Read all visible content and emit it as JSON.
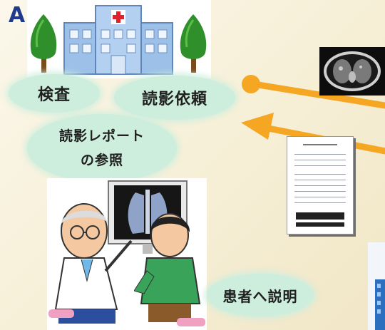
{
  "panel_label": "A",
  "bubbles": {
    "exam": "検査",
    "request": "読影依頼",
    "report_line1": "読影レポート",
    "report_line2": "の参照",
    "explain": "患者へ説明"
  },
  "colors": {
    "bubble": "#cdeedd",
    "arrow": "#f5a623",
    "panel_letter": "#1f3a8a",
    "hospital_blue": "#8fb4e0",
    "tree_green": "#2f8f2a"
  },
  "icons": [
    "hospital-icon",
    "tree-icon",
    "ct-scan-image",
    "report-document-icon",
    "doctor-icon",
    "patient-icon",
    "xray-viewer-icon",
    "building-icon"
  ]
}
